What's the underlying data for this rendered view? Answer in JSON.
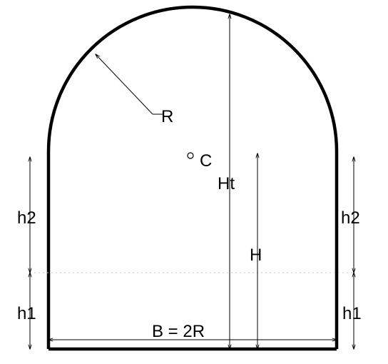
{
  "labels": {
    "radius": "R",
    "center": "C",
    "total_height": "Ht",
    "height": "H",
    "h2_left": "h2",
    "h2_right": "h2",
    "h1_left": "h1",
    "h1_right": "h1",
    "base": "B = 2R"
  },
  "colors": {
    "stroke": "#000000",
    "background": "#ffffff",
    "dotted": "#bdbdbd"
  }
}
